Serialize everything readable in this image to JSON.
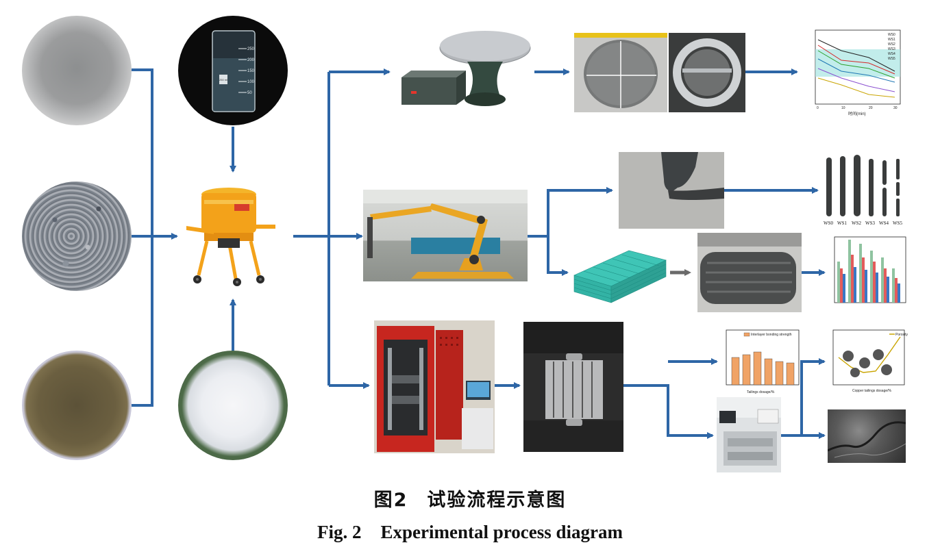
{
  "caption": {
    "cn_fig": "图2",
    "cn_text": "试验流程示意图",
    "en_fig": "Fig. 2",
    "en_text": "Experimental process diagram"
  },
  "colors": {
    "arrow": "#2e66a6",
    "mixer": "#f3a21a",
    "panel_red": "#c7261f",
    "teal": "#3fc5b6"
  },
  "beaker": {
    "ml": "250 ml",
    "marks": [
      "50",
      "100",
      "150",
      "200",
      "250"
    ]
  },
  "extrusion_samples": {
    "labels": [
      "WS0",
      "WS1",
      "WS2",
      "WS3",
      "WS4",
      "WS5"
    ]
  },
  "flow_chart": {
    "legend": [
      "WS0",
      "WS1",
      "WS2",
      "WS3",
      "WS4",
      "WS5"
    ],
    "xlabel": "时间(min)",
    "x_ticks": [
      "0",
      "10",
      "20",
      "30"
    ]
  },
  "bar_chart_small": {
    "legend": "Interlayer bonding strength",
    "xlabel": "Tailings dosage/%"
  },
  "porosity_chart": {
    "legend": "Porosity",
    "xlabel": "Copper tailings dosage/%"
  }
}
